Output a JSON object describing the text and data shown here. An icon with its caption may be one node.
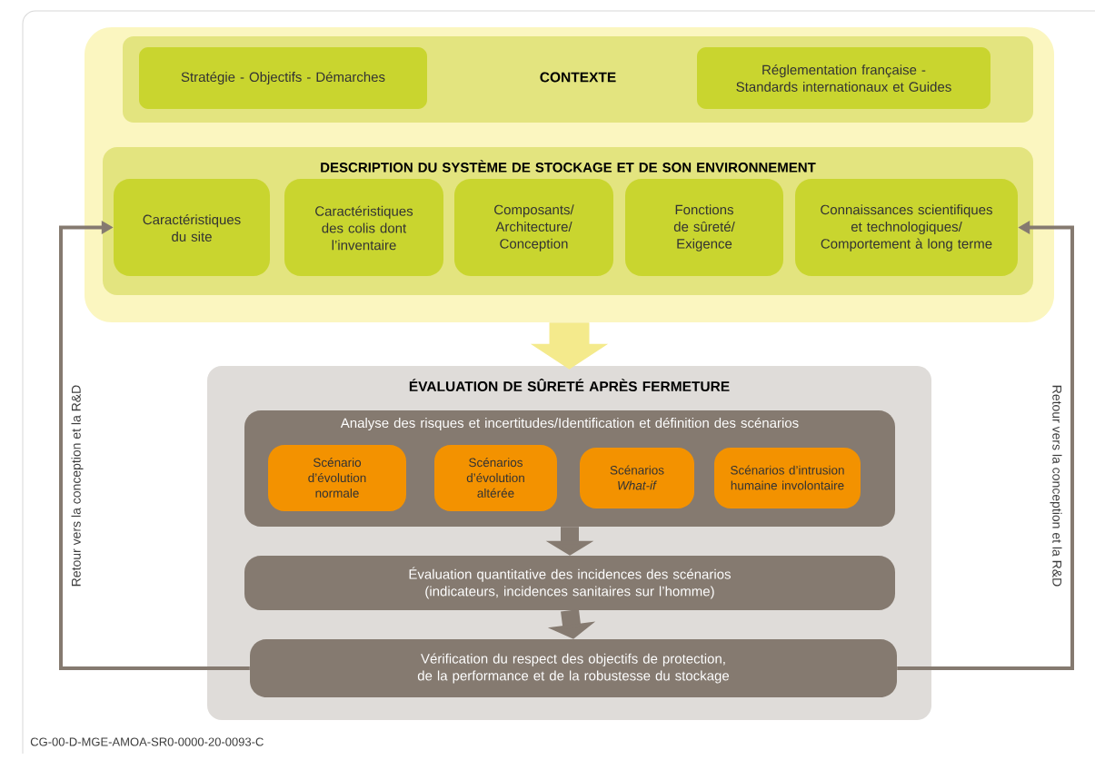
{
  "diagram": {
    "nodes": [
      {
        "text": [],
        "shape": "box"
      },
      {
        "text": [
          "CONTEXTE"
        ],
        "in": 0
      },
      {
        "text": [
          "Stratégie - Objectifs - Démarches"
        ],
        "in": 1
      },
      {
        "text": [
          "Réglementation française - Standards internationaux et Guides"
        ],
        "in": 1
      },
      {
        "text": [
          "DESCRIPTION DU SYSTÈME DE STOCKAGE ET DE SON ENVIRONNEMENT"
        ],
        "in": 0
      },
      {
        "text": [
          "Caractéristiques du site"
        ],
        "in": 4
      },
      {
        "text": [
          "Caractéristiques des colis dont l’inventaire"
        ],
        "in": 4
      },
      {
        "text": [
          "Composants/ Architecture/ Conception"
        ],
        "in": 4
      },
      {
        "text": [
          "Fonctions de sûreté/ Exigence"
        ],
        "in": 4
      },
      {
        "text": [
          "Connaissances scientifiques et technologiques/ Comportement à long terme"
        ],
        "in": 4
      },
      {
        "text": [
          "ÉVALUATION DE SÛRETÉ APRÈS FERMETURE"
        ]
      },
      {
        "text": [
          "Analyse des risques et incertitudes/Identification et définition des scénarios"
        ],
        "in": 10
      },
      {
        "text": [
          "Scénario d’évolution normale"
        ],
        "in": 11
      },
      {
        "text": [
          "Scénarios d’évolution altérée"
        ],
        "in": 11
      },
      {
        "text": [
          "Scénarios *What-if*"
        ],
        "in": 11
      },
      {
        "text": [
          "Scénarios d’intrusion humaine involontaire"
        ],
        "in": 11
      },
      {
        "text": [
          "Évaluation quantitative des incidences des scénarios (indicateurs, incidences sanitaires sur l’homme)"
        ],
        "in": 10
      },
      {
        "text": [
          "Vérification du respect des objectifs de protection, de la performance et de la robustesse du stockage"
        ],
        "in": 10
      }
    ],
    "edges": [
      {
        "from": 0,
        "to": 10,
        "arrow": "to",
        "style": "thick",
        "color": "#f4ea8c"
      },
      {
        "from": 11,
        "to": 16,
        "arrow": "to"
      },
      {
        "from": 16,
        "to": 17,
        "arrow": "to"
      },
      {
        "from": 17,
        "to": 5,
        "arrow": "to",
        "label": "Retour vers la conception et la R&D"
      },
      {
        "from": 17,
        "to": 9,
        "arrow": "to",
        "label": "Retour vers la conception et la R&D"
      }
    ],
    "labels": [
      "CG-00-D-MGE-AMOA-SR0-0000-20-0093-C"
    ]
  }
}
